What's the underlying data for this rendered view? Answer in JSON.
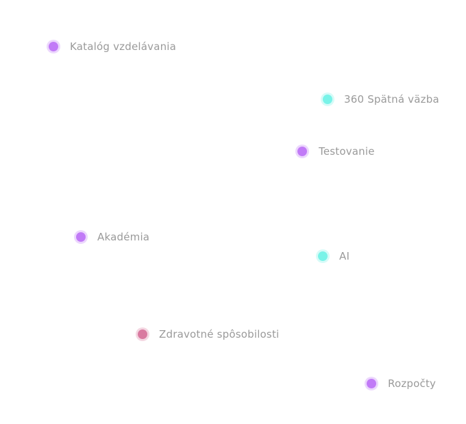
{
  "colors": {
    "purple": "#c17af7",
    "teal": "#79f3e8",
    "pink": "#d97aa0"
  },
  "nodes": [
    {
      "label": "Katalóg vzdelávania",
      "color": "purple"
    },
    {
      "label": "360 Spätná väzba",
      "color": "teal"
    },
    {
      "label": "Testovanie",
      "color": "purple"
    },
    {
      "label": "Akadémia",
      "color": "purple"
    },
    {
      "label": "AI",
      "color": "teal"
    },
    {
      "label": "Zdravotné spôsobilosti",
      "color": "pink"
    },
    {
      "label": "Rozpočty",
      "color": "purple"
    }
  ]
}
